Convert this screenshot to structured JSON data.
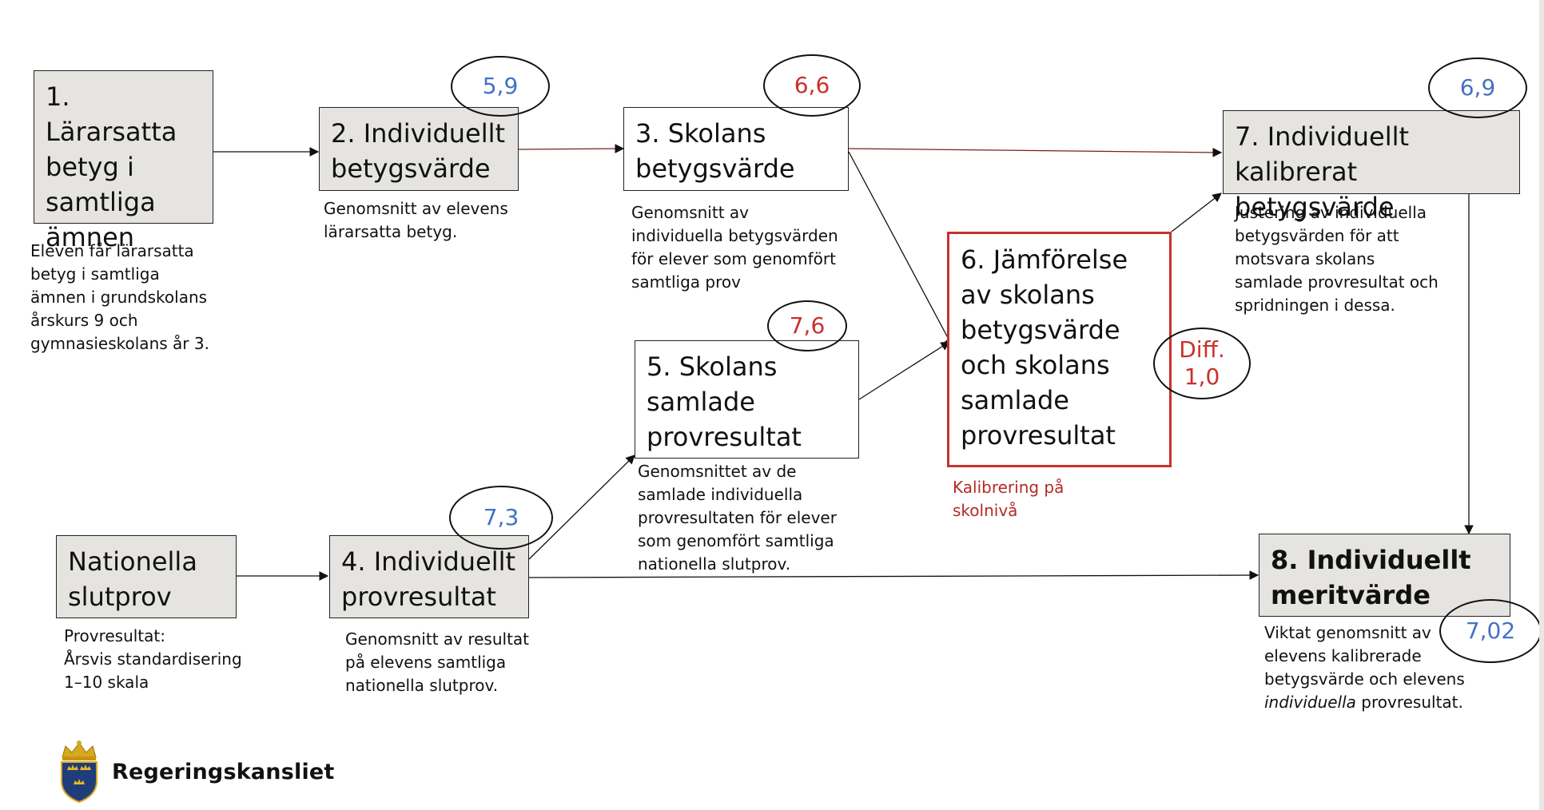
{
  "colors": {
    "blue": "#4472c4",
    "red": "#c9302c",
    "gray_box": "#e5e4e1"
  },
  "boxes": {
    "b1": {
      "lines": [
        "1. Lärarsatta",
        "betyg i",
        "samtliga",
        "ämnen"
      ]
    },
    "b2": {
      "lines": [
        "2. Individuellt",
        "betygsvärde"
      ]
    },
    "b3": {
      "lines": [
        "3. Skolans",
        "betygsvärde"
      ]
    },
    "b4": {
      "lines": [
        "4. Individuellt",
        "provresultat"
      ]
    },
    "b5": {
      "lines": [
        "5. Skolans",
        "samlade",
        "provresultat"
      ]
    },
    "b6": {
      "lines": [
        "6. Jämförelse",
        "av skolans",
        "betygsvärde",
        "och skolans",
        "samlade",
        "provresultat"
      ]
    },
    "b7": {
      "lines": [
        "7. Individuellt",
        "kalibrerat betygsvärde"
      ]
    },
    "b8": {
      "lines": [
        "8. Individuellt",
        "meritvärde"
      ]
    },
    "nat": {
      "lines": [
        "Nationella",
        "slutprov"
      ]
    }
  },
  "descriptions": {
    "d1": [
      "Eleven får lärarsatta",
      "betyg i samtliga",
      "ämnen i grundskolans",
      "årskurs 9 och",
      "gymnasieskolans år 3."
    ],
    "d2": [
      "Genomsnitt av elevens",
      "lärarsatta betyg."
    ],
    "d3": [
      "Genomsnitt av",
      "individuella betygsvärden",
      "för elever som genomfört",
      "samtliga prov"
    ],
    "d4": [
      "Genomsnitt av resultat",
      "på elevens samtliga",
      "nationella slutprov."
    ],
    "d5": [
      "Genomsnittet av de",
      "samlade individuella",
      "provresultaten för elever",
      "som genomfört samtliga",
      "nationella slutprov."
    ],
    "d6": [
      "Kalibrering på",
      "skolnivå"
    ],
    "d7": [
      "Justering av individuella",
      "betygsvärden för att",
      "motsvara skolans",
      "samlade provresultat och",
      "spridningen i dessa."
    ],
    "d8_pre": "Viktat genomsnitt av",
    "d8_line2": "elevens kalibrerade",
    "d8_line3": "betygsvärde och elevens",
    "d8_italic": "individuella",
    "d8_end": " provresultat.",
    "dnat": [
      "Provresultat:",
      "Årsvis standardisering",
      "1–10 skala"
    ]
  },
  "bubbles": {
    "v2": "5,9",
    "v3": "6,6",
    "v4": "7,3",
    "v5": "7,6",
    "v7": "6,9",
    "v8": "7,02",
    "diff": [
      "Diff.",
      "1,0"
    ]
  },
  "logo": {
    "name": "Regeringskansliet"
  }
}
